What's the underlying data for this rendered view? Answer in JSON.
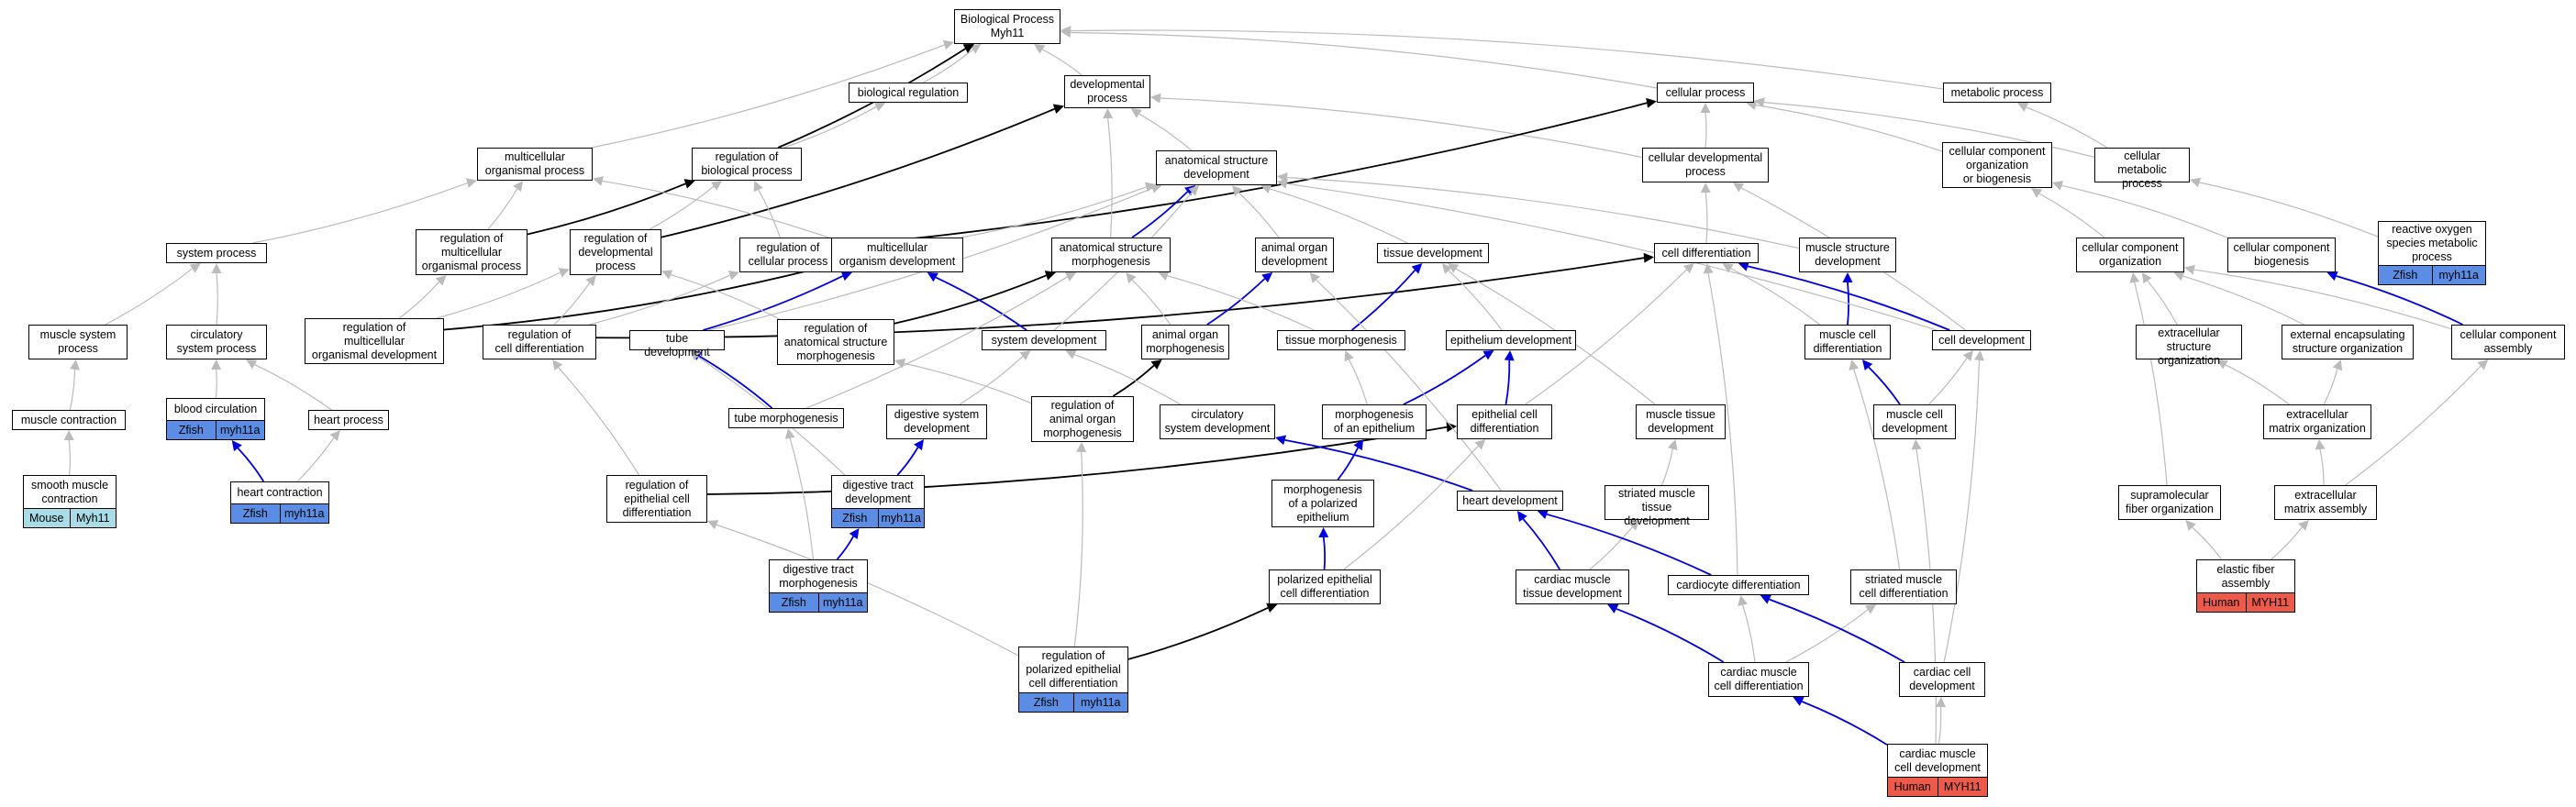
{
  "colors": {
    "gray": "#bbbbbb",
    "black": "#000000",
    "blue": "#0000dd",
    "zfish": "#5a8de3",
    "mouse": "#a8dde8",
    "human": "#ee5a4a"
  },
  "nodes": {
    "n_bp": {
      "label": "Biological Process\nMyh11"
    },
    "n_breg": {
      "label": "biological regulation"
    },
    "n_dev": {
      "label": "developmental\nprocess"
    },
    "n_cellp": {
      "label": "cellular process"
    },
    "n_metab": {
      "label": "metabolic process"
    },
    "n_multorg": {
      "label": "multicellular\norganismal process"
    },
    "n_regbio": {
      "label": "regulation of\nbiological process"
    },
    "n_anatdev": {
      "label": "anatomical structure\ndevelopment"
    },
    "n_celldevp": {
      "label": "cellular developmental\nprocess"
    },
    "n_ccorgbio": {
      "label": "cellular component\norganization\nor biogenesis"
    },
    "n_cellmetab": {
      "label": "cellular metabolic\nprocess"
    },
    "n_sysproc": {
      "label": "system process"
    },
    "n_regmulti": {
      "label": "regulation of\nmulticellular\norganismal process"
    },
    "n_regdev": {
      "label": "regulation of\ndevelopmental\nprocess"
    },
    "n_regcell": {
      "label": "regulation of\ncellular process"
    },
    "n_multdev": {
      "label": "multicellular\norganism development"
    },
    "n_anatmorph": {
      "label": "anatomical structure\nmorphogenesis"
    },
    "n_animorg": {
      "label": "animal organ\ndevelopment"
    },
    "n_tissdev": {
      "label": "tissue development"
    },
    "n_celldiff": {
      "label": "cell differentiation"
    },
    "n_musstruct": {
      "label": "muscle structure\ndevelopment"
    },
    "n_ccorg": {
      "label": "cellular component\norganization"
    },
    "n_ccbio": {
      "label": "cellular component\nbiogenesis"
    },
    "n_ros": {
      "label": "reactive oxygen\nspecies metabolic\nprocess",
      "species": "Zfish",
      "gene": "myh11a",
      "ann": "zfish"
    },
    "n_mussys": {
      "label": "muscle system\nprocess"
    },
    "n_circsys": {
      "label": "circulatory\nsystem process"
    },
    "n_regmultdev": {
      "label": "regulation of\nmulticellular\norganismal development"
    },
    "n_regcelldiff": {
      "label": "regulation of\ncell differentiation"
    },
    "n_tubedev": {
      "label": "tube development"
    },
    "n_reganatmorph": {
      "label": "regulation of\nanatomical structure\nmorphogenesis"
    },
    "n_sysdev": {
      "label": "system development"
    },
    "n_animorgmorph": {
      "label": "animal organ\nmorphogenesis"
    },
    "n_tissmorph": {
      "label": "tissue morphogenesis"
    },
    "n_epidev": {
      "label": "epithelium development"
    },
    "n_muscelldiff": {
      "label": "muscle cell\ndifferentiation"
    },
    "n_celldev": {
      "label": "cell development"
    },
    "n_extrastruct": {
      "label": "extracellular\nstructure organization"
    },
    "n_extencaps": {
      "label": "external encapsulating\nstructure organization"
    },
    "n_ccassembly": {
      "label": "cellular component\nassembly"
    },
    "n_muscontr": {
      "label": "muscle contraction"
    },
    "n_bloodcirc": {
      "label": "blood circulation",
      "species": "Zfish",
      "gene": "myh11a",
      "ann": "zfish"
    },
    "n_heartproc": {
      "label": "heart process"
    },
    "n_tubemorph": {
      "label": "tube morphogenesis"
    },
    "n_digsysdev": {
      "label": "digestive system\ndevelopment"
    },
    "n_reganimorg": {
      "label": "regulation of\nanimal organ\nmorphogenesis"
    },
    "n_circsysdev": {
      "label": "circulatory\nsystem development"
    },
    "n_morphepi": {
      "label": "morphogenesis\nof an epithelium"
    },
    "n_epicelldiff": {
      "label": "epithelial cell\ndifferentiation"
    },
    "n_mustissdev": {
      "label": "muscle tissue\ndevelopment"
    },
    "n_muscelldev": {
      "label": "muscle cell\ndevelopment"
    },
    "n_extmatorg": {
      "label": "extracellular\nmatrix organization"
    },
    "n_smooth": {
      "label": "smooth muscle\ncontraction",
      "species": "Mouse",
      "gene": "Myh11",
      "ann": "mouse"
    },
    "n_heartcontr": {
      "label": "heart contraction",
      "species": "Zfish",
      "gene": "myh11a",
      "ann": "zfish"
    },
    "n_regepi": {
      "label": "regulation of\nepithelial cell\ndifferentiation"
    },
    "n_digtractdev": {
      "label": "digestive tract\ndevelopment",
      "species": "Zfish",
      "gene": "myh11a",
      "ann": "zfish"
    },
    "n_morphpol": {
      "label": "morphogenesis\nof a polarized\nepithelium"
    },
    "n_heartdev": {
      "label": "heart development"
    },
    "n_striatedtiss": {
      "label": "striated muscle\ntissue development"
    },
    "n_supramol": {
      "label": "supramolecular\nfiber organization"
    },
    "n_extmatassem": {
      "label": "extracellular\nmatrix assembly"
    },
    "n_digtractmorph": {
      "label": "digestive tract\nmorphogenesis",
      "species": "Zfish",
      "gene": "myh11a",
      "ann": "zfish"
    },
    "n_polepi": {
      "label": "polarized epithelial\ncell differentiation"
    },
    "n_cardtiss": {
      "label": "cardiac muscle\ntissue development"
    },
    "n_cardiocyte": {
      "label": "cardiocyte differentiation"
    },
    "n_striatedcell": {
      "label": "striated muscle\ncell differentiation"
    },
    "n_elastic": {
      "label": "elastic fiber\nassembly",
      "species": "Human",
      "gene": "MYH11",
      "ann": "human"
    },
    "n_regpol": {
      "label": "regulation of\npolarized epithelial\ncell differentiation",
      "species": "Zfish",
      "gene": "myh11a",
      "ann": "zfish"
    },
    "n_cardcelldiff": {
      "label": "cardiac muscle\ncell differentiation"
    },
    "n_cardcelldevA": {
      "label": "cardiac cell\ndevelopment"
    },
    "n_cardmuscelldev": {
      "label": "cardiac muscle\ncell development",
      "species": "Human",
      "gene": "MYH11",
      "ann": "human"
    }
  }
}
